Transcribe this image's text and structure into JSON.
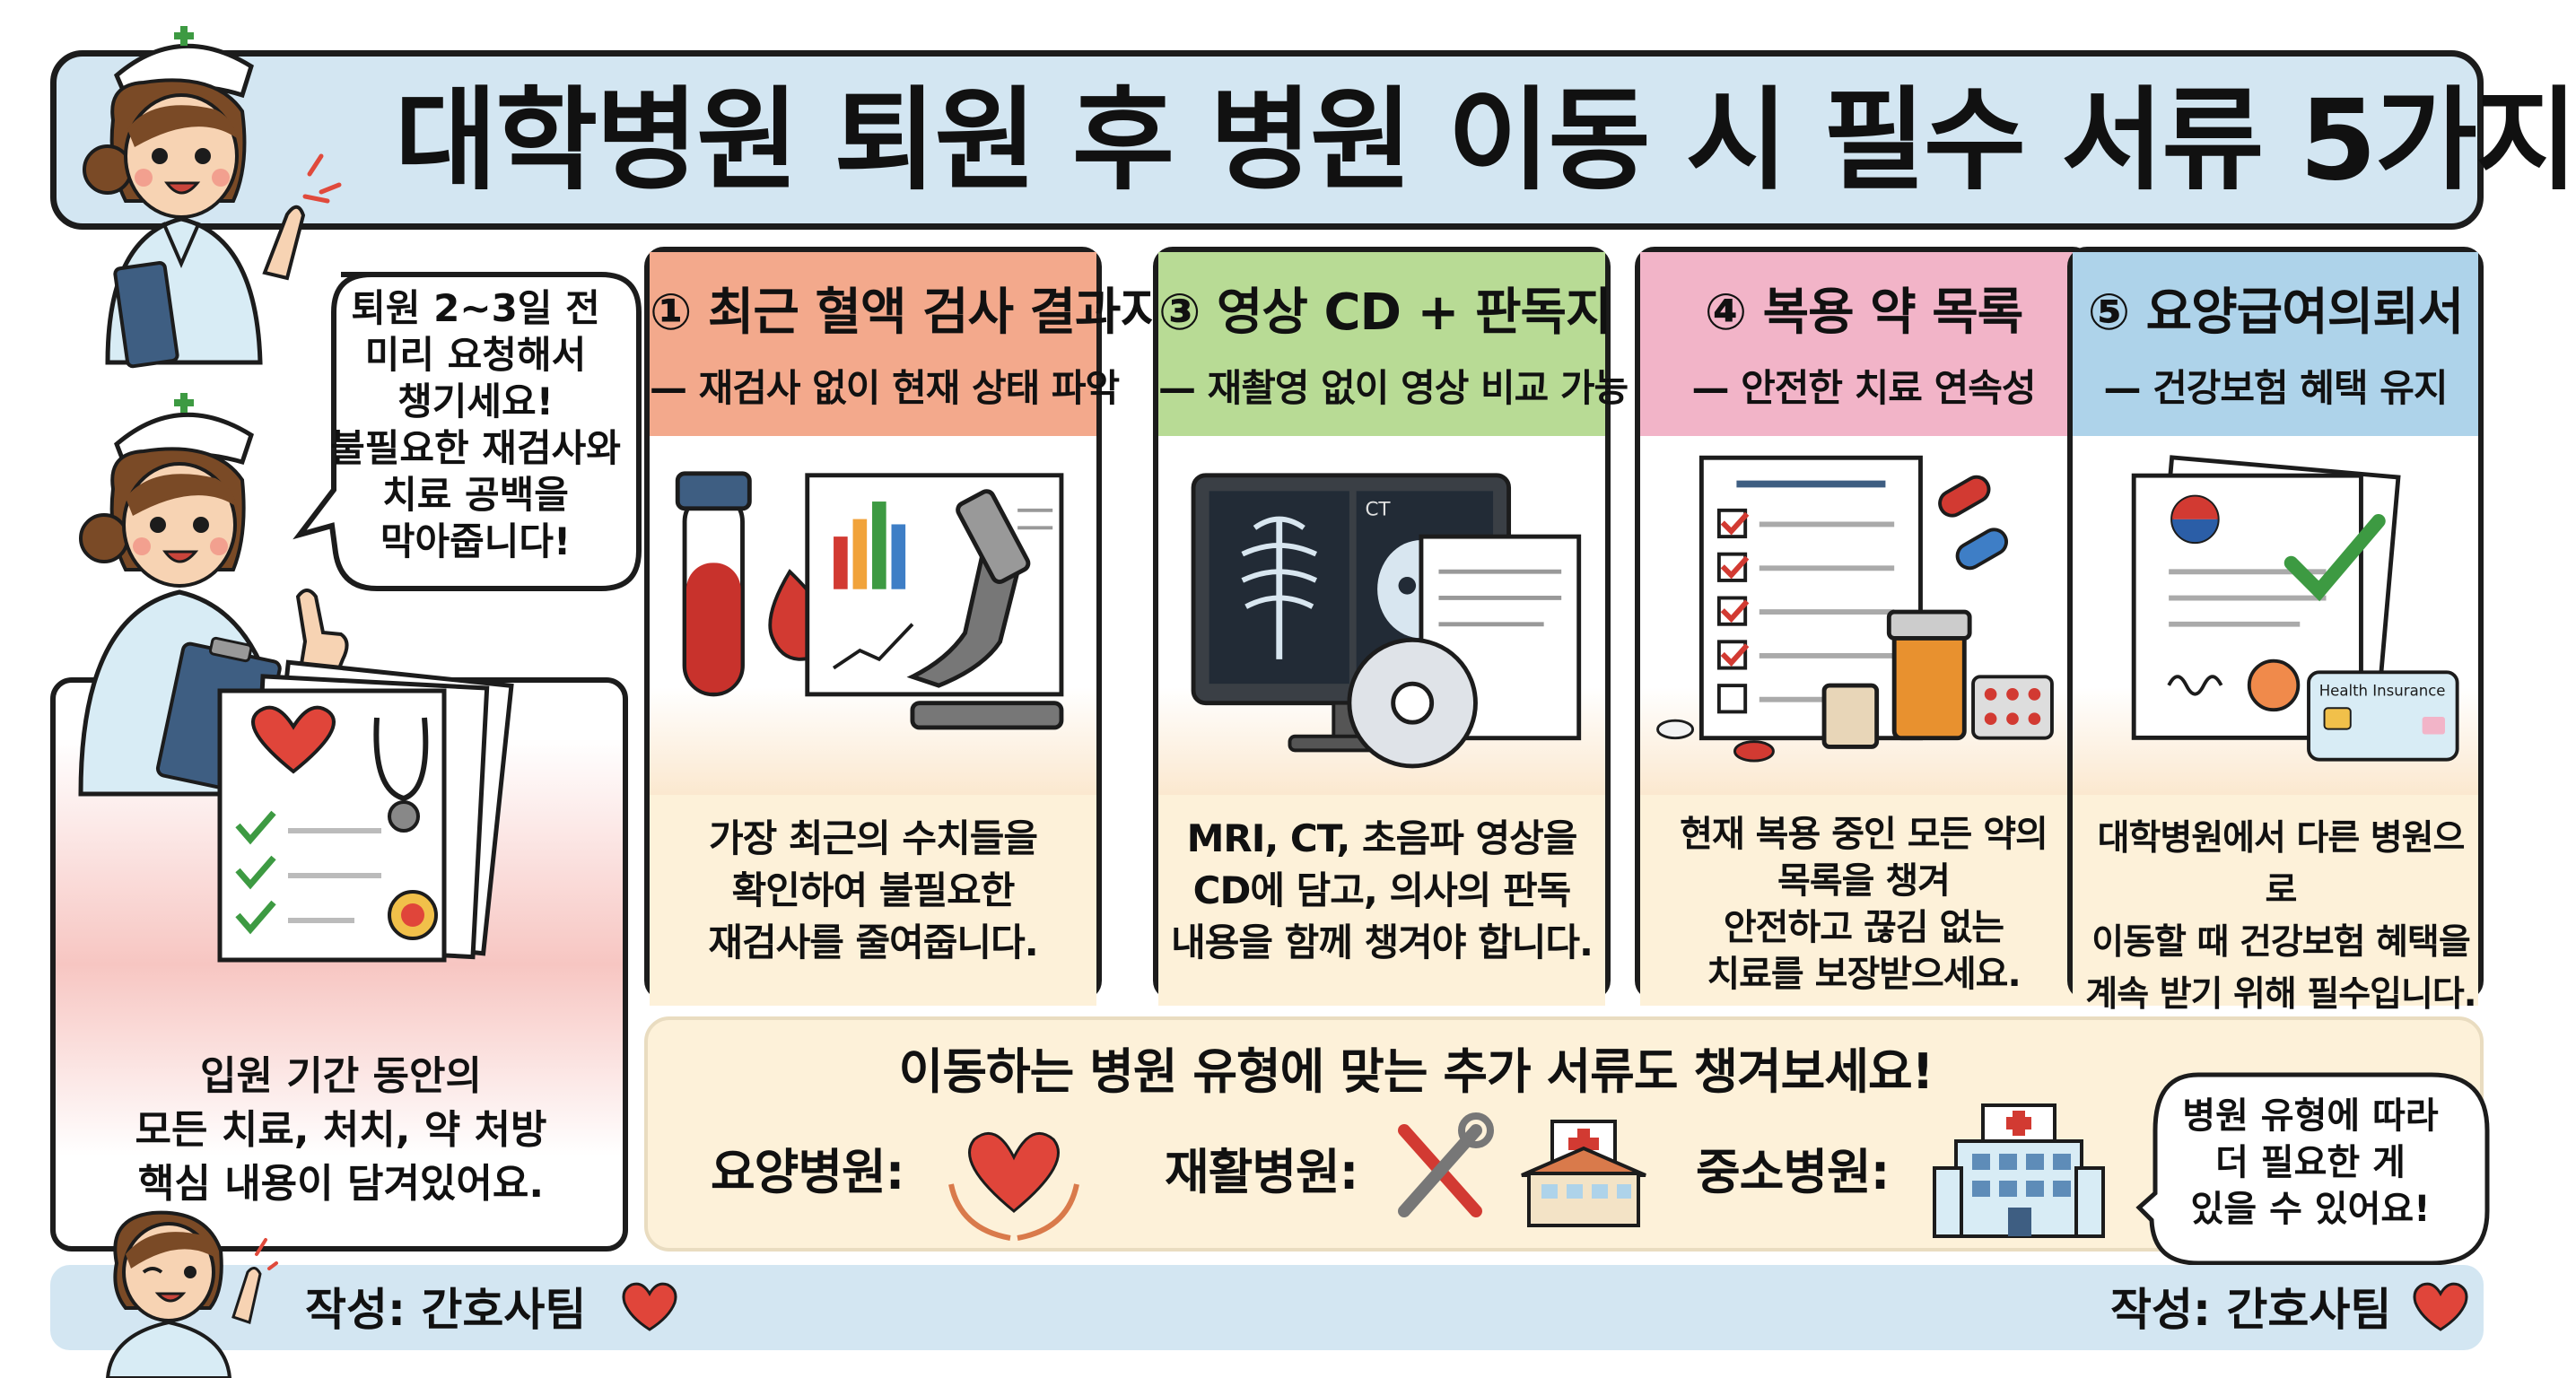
{
  "title": "대학병원 퇴원 후 병원 이동 시 필수 서류 5가지",
  "bubble_main": {
    "lines": [
      "퇴원 2~3일 전",
      "미리 요청해서",
      "챙기세요!",
      "불필요한 재검사와",
      "치료 공백을",
      "막아줍니다!"
    ]
  },
  "left_panel": {
    "lines": [
      "입원 기간 동안의",
      "모든 치료, 처치, 약 처방",
      "핵심 내용이 담겨있어요."
    ]
  },
  "cards": [
    {
      "title": "① 최근 혈액 검사 결과지",
      "subtitle": "— 재검사 없이 현재 상태 파악",
      "lines": [
        "가장 최근의 수치들을",
        "확인하여 불필요한",
        "재검사를 줄여줍니다."
      ],
      "color": "#f3a98c"
    },
    {
      "title": "③ 영상 CD + 판독지",
      "subtitle": "— 재촬영 없이 영상 비교 가능",
      "lines": [
        "MRI, CT, 초음파 영상을",
        "CD에 담고, 의사의 판독",
        "내용을 함께 챙겨야 합니다."
      ],
      "screen_label": "CT",
      "color": "#b8db95"
    },
    {
      "title": "④ 복용 약 목록",
      "subtitle": "— 안전한 치료 연속성",
      "lines": [
        "현재 복용 중인 모든 약의",
        "목록을 챙겨",
        "안전하고 끊김 없는",
        "치료를 보장받으세요."
      ],
      "color": "#f2b4c8"
    },
    {
      "title": "⑤ 요양급여의뢰서",
      "subtitle": "— 건강보험 혜택 유지",
      "lines": [
        "대학병원에서 다른 병원으로",
        "이동할 때 건강보험 혜택을",
        "계속 받기 위해 필수입니다."
      ],
      "card_label": "Health Insurance",
      "color": "#aed3ea"
    }
  ],
  "extra": {
    "title": "이동하는 병원 유형에 맞는 추가 서류도 챙겨보세요!",
    "types": [
      "요양병원:",
      "재활병원:",
      "중소병원:"
    ],
    "bubble_lines": [
      "병원 유형에 따라",
      "더 필요한 게",
      "있을 수 있어요!"
    ]
  },
  "footer": {
    "author_left": "작성: 간호사팀",
    "author_right": "작성: 간호사팀"
  }
}
